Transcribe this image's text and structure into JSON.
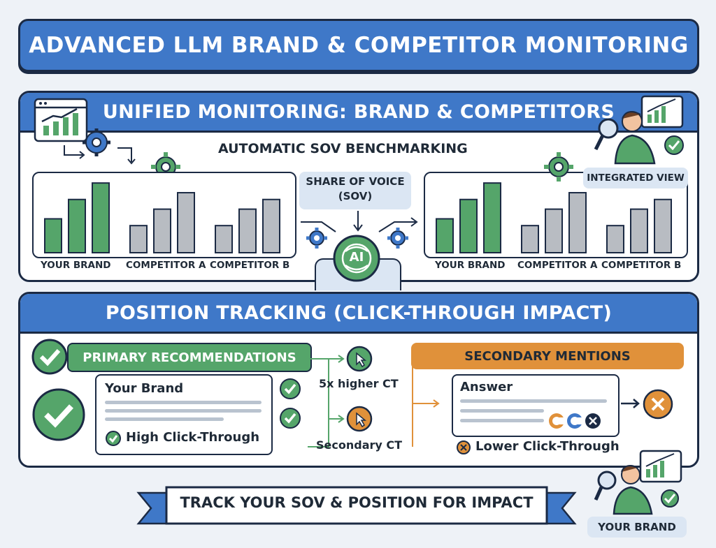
{
  "title": "ADVANCED LLM BRAND & COMPETITOR MONITORING",
  "unified": {
    "heading": "UNIFIED MONITORING: BRAND & COMPETITORS",
    "subheading": "AUTOMATIC SOV BENCHMARKING",
    "sov_label_line1": "SHARE OF VOICE",
    "sov_label_line2": "(SOV)",
    "ai_label": "AI",
    "integrated_view": "INTEGRATED VIEW",
    "chart_labels": [
      "YOUR BRAND",
      "COMPETITOR A",
      "COMPETITOR B"
    ]
  },
  "position": {
    "heading": "POSITION TRACKING (CLICK-THROUGH IMPACT)",
    "primary": "PRIMARY RECOMMENDATIONS",
    "your_brand": "Your Brand",
    "high_ct": "High Click-Through",
    "higher_ct": "5x higher CT",
    "secondary_ct": "Secondary CT",
    "secondary": "SECONDARY MENTIONS",
    "answer": "Answer",
    "lower_ct": "Lower Click-Through"
  },
  "footer": {
    "banner": "TRACK YOUR SOV & POSITION FOR IMPACT",
    "your_brand_badge": "YOUR BRAND"
  },
  "colors": {
    "blue": "#3f78c8",
    "green": "#55a56a",
    "gray": "#b8bcc2",
    "orange": "#e0913a",
    "navy": "#1b2a44"
  },
  "chart_data": [
    {
      "type": "bar",
      "series": [
        {
          "values": [
            0.35,
            0.55,
            0.72
          ]
        },
        {
          "values": [
            0.28,
            0.45,
            0.62
          ]
        },
        {
          "values": [
            0.28,
            0.45,
            0.55
          ]
        }
      ],
      "categories": [
        "YOUR BRAND",
        "COMPETITOR A",
        "COMPETITOR B"
      ]
    },
    {
      "type": "bar",
      "series": [
        {
          "values": [
            0.35,
            0.55,
            0.72
          ]
        },
        {
          "values": [
            0.28,
            0.45,
            0.62
          ]
        },
        {
          "values": [
            0.28,
            0.45,
            0.55
          ]
        }
      ],
      "categories": [
        "YOUR BRAND",
        "COMPETITOR A",
        "COMPETITOR B"
      ]
    }
  ]
}
